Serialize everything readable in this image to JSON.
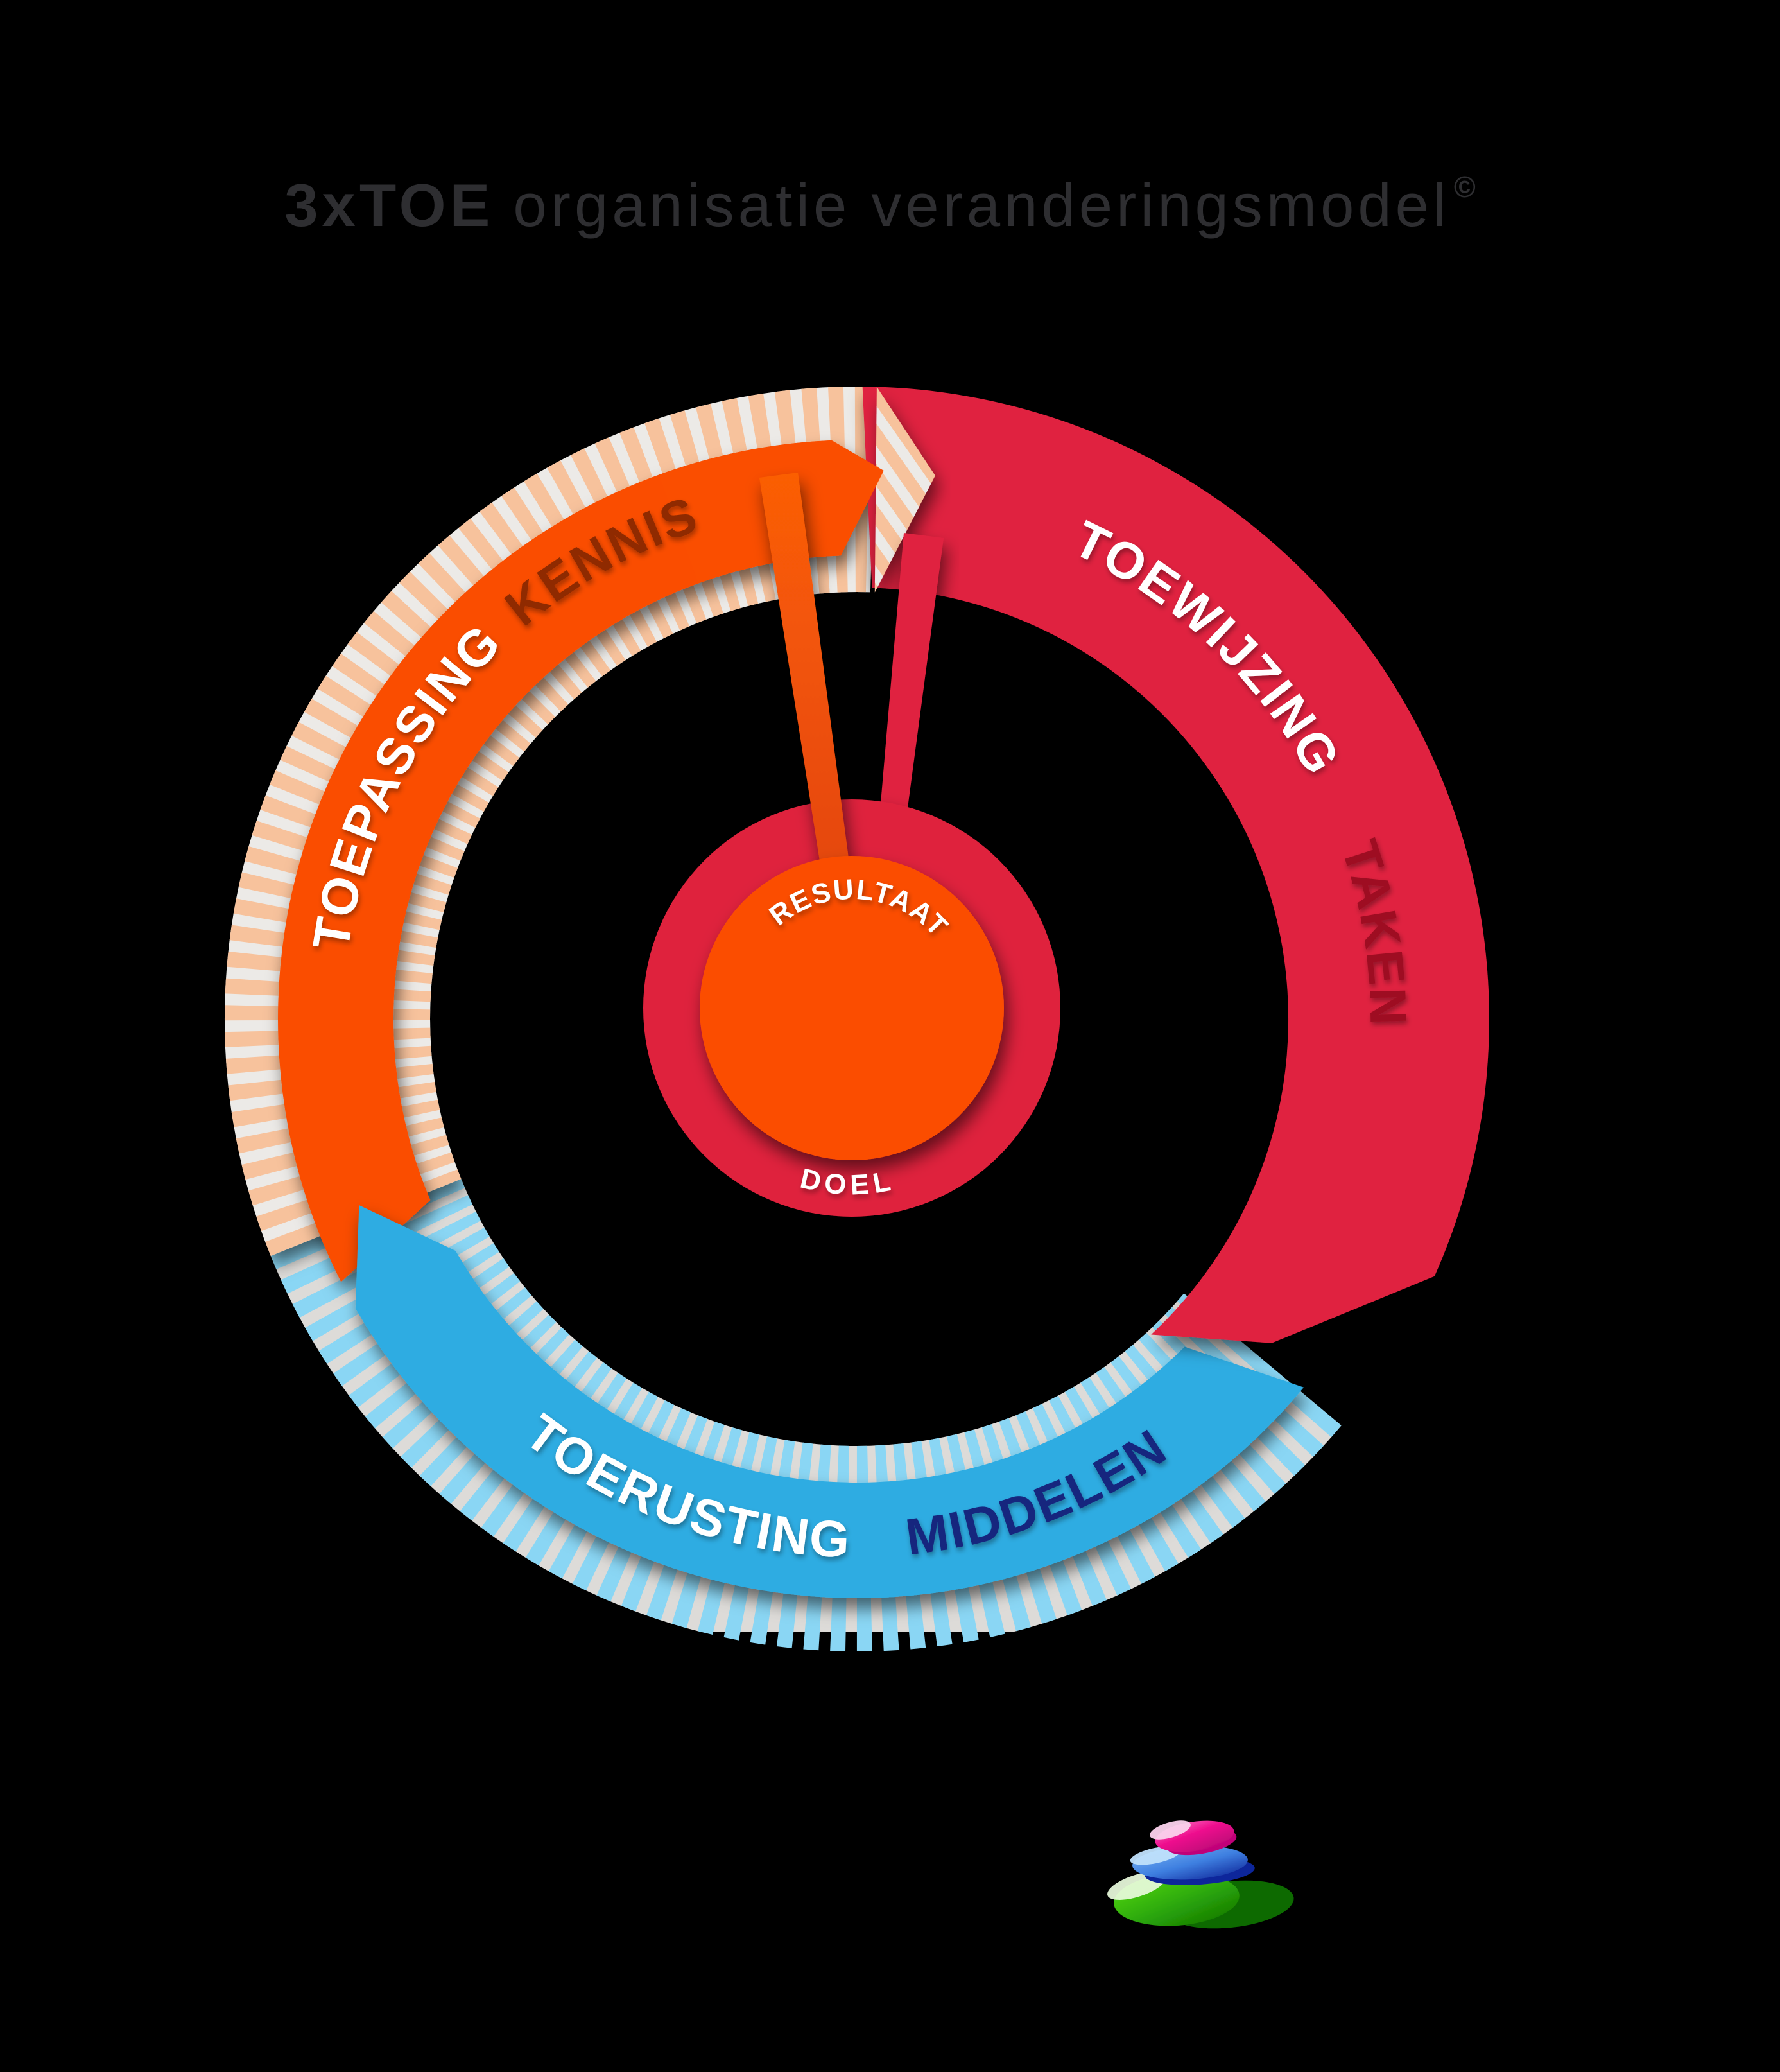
{
  "title": {
    "brand": "3xTOE",
    "text": "organisatie veranderingsmodel",
    "copyright": "©",
    "color": "#2E2E31"
  },
  "cycle": {
    "arcs": [
      {
        "id": "toepassing",
        "primary": "TOEPASSING",
        "secondary": "KENNIS",
        "band_color": "#FA4E00",
        "primary_text_color": "#FFFFFF",
        "secondary_text_color": "#8F2B00",
        "trim_stripe_color": "#F7C29C",
        "trim_base_color": "#ECEAE7"
      },
      {
        "id": "toewijzing",
        "primary": "TOEWIJZING",
        "secondary": "TAKEN",
        "band_color": "#E02240",
        "primary_text_color": "#FFFFFF",
        "secondary_text_color": "#9E0D22",
        "trim_stripe_color": null,
        "trim_base_color": null
      },
      {
        "id": "toerusting",
        "primary": "TOERUSTING",
        "secondary": "MIDDELEN",
        "band_color": "#2FACE2",
        "primary_text_color": "#FFFFFF",
        "secondary_text_color": "#17277E",
        "trim_stripe_color": "#8AD6F4",
        "trim_base_color": "#DDDBD8"
      }
    ],
    "center": {
      "inner_label": "RESULTAAT",
      "outer_label": "DOEL",
      "inner_circle_color": "#FB4E00",
      "outer_ring_color": "#DF203E"
    },
    "stem_orange_color": "#F85405",
    "stem_red_color": "#E02240"
  },
  "logo": {
    "name": "balancing-stones",
    "stone_top_color": "#F2119B",
    "stone_middle_color": "#4893EC",
    "stone_bottom_color": "#35B40C"
  },
  "background_color": "#000000"
}
